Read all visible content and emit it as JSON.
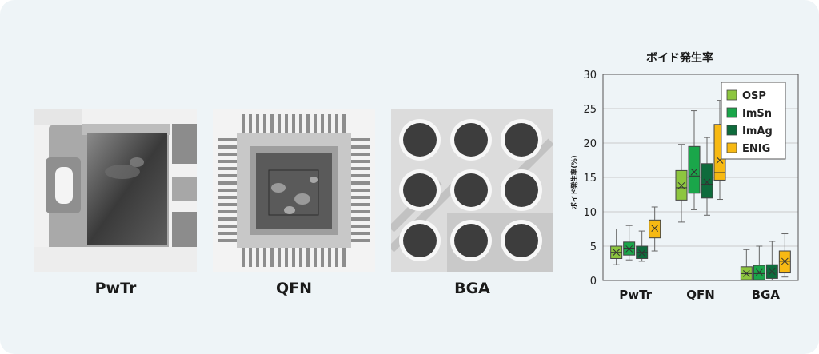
{
  "images": [
    {
      "label": "PwTr"
    },
    {
      "label": "QFN"
    },
    {
      "label": "BGA"
    }
  ],
  "chart_data": {
    "type": "box",
    "title": "ボイド発生率",
    "ylabel": "ボイド発生率(%)",
    "xlabel": "",
    "ylim": [
      0,
      30
    ],
    "yticks": [
      0,
      5,
      10,
      15,
      20,
      25,
      30
    ],
    "grid": true,
    "legend_position": "top-right",
    "categories": [
      "PwTr",
      "QFN",
      "BGA"
    ],
    "series": [
      {
        "name": "OSP",
        "color": "#8dc63f",
        "boxes": [
          {
            "min": 2.3,
            "q1": 3.2,
            "median": 4.1,
            "q3": 5.0,
            "max": 7.5,
            "mean": 4.1
          },
          {
            "min": 8.5,
            "q1": 11.7,
            "median": 13.5,
            "q3": 16.0,
            "max": 19.8,
            "mean": 13.8
          },
          {
            "min": 0.0,
            "q1": 0.1,
            "median": 1.0,
            "q3": 2.0,
            "max": 4.5,
            "mean": 1.0
          }
        ]
      },
      {
        "name": "ImSn",
        "color": "#1aa64a",
        "boxes": [
          {
            "min": 3.0,
            "q1": 3.7,
            "median": 4.7,
            "q3": 5.6,
            "max": 8.0,
            "mean": 4.6
          },
          {
            "min": 10.3,
            "q1": 12.7,
            "median": 15.2,
            "q3": 19.5,
            "max": 24.7,
            "mean": 15.8
          },
          {
            "min": 0.0,
            "q1": 0.1,
            "median": 1.0,
            "q3": 2.2,
            "max": 5.0,
            "mean": 1.2
          }
        ]
      },
      {
        "name": "ImAg",
        "color": "#0e6b3c",
        "boxes": [
          {
            "min": 2.8,
            "q1": 3.2,
            "median": 4.1,
            "q3": 5.0,
            "max": 7.2,
            "mean": 4.0
          },
          {
            "min": 9.5,
            "q1": 12.0,
            "median": 14.0,
            "q3": 17.0,
            "max": 20.8,
            "mean": 14.3
          },
          {
            "min": 0.0,
            "q1": 0.3,
            "median": 1.2,
            "q3": 2.3,
            "max": 5.7,
            "mean": 1.3
          }
        ]
      },
      {
        "name": "ENIG",
        "color": "#f7b913",
        "boxes": [
          {
            "min": 4.3,
            "q1": 6.2,
            "median": 7.5,
            "q3": 8.8,
            "max": 10.7,
            "mean": 7.6
          },
          {
            "min": 11.8,
            "q1": 14.6,
            "median": 15.7,
            "q3": 22.7,
            "max": 26.2,
            "mean": 17.5
          },
          {
            "min": 0.5,
            "q1": 1.1,
            "median": 2.8,
            "q3": 4.3,
            "max": 6.8,
            "mean": 2.8
          }
        ]
      }
    ]
  }
}
